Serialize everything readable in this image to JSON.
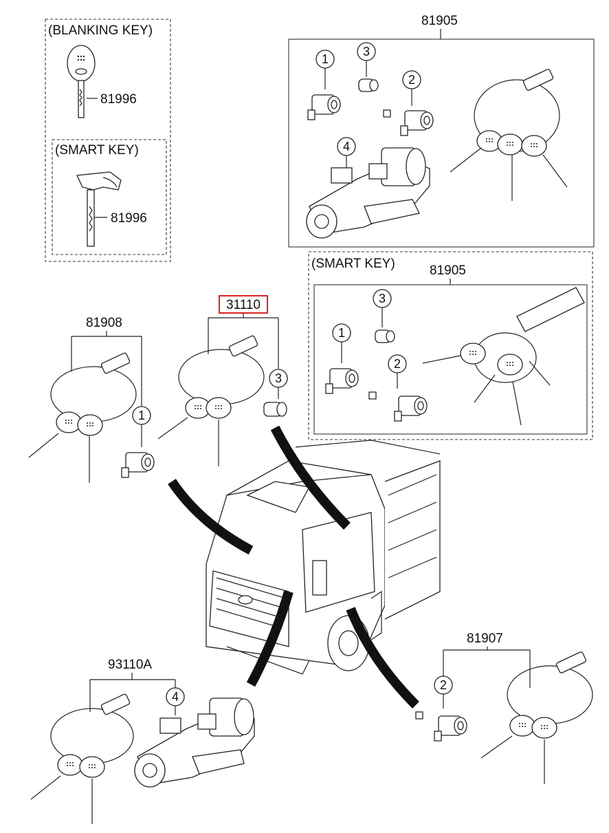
{
  "labels": {
    "blanking_key_title": "(BLANKING KEY)",
    "blanking_key_part": "81996",
    "smart_key_title_left": "(SMART KEY)",
    "smart_key_part_left": "81996",
    "kit_top_right": "81905",
    "smart_key_title_right": "(SMART KEY)",
    "kit_smart_right": "81905",
    "highlighted_part": "31110",
    "kit_left": "81908",
    "kit_bottom_right": "81907",
    "kit_bottom_left": "93110A"
  },
  "callouts": {
    "c1": "1",
    "c2": "2",
    "c3": "3",
    "c4": "4"
  },
  "colors": {
    "highlight_box": "#e02020",
    "line": "#222222"
  }
}
